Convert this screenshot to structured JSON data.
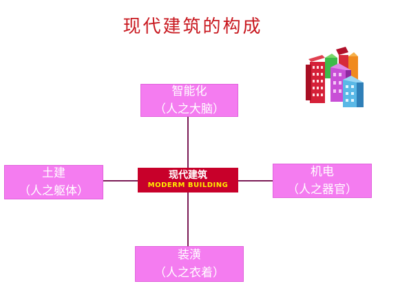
{
  "title": "现代建筑的构成",
  "center": {
    "label": "现代建筑",
    "sublabel": "MODERM BUILDING"
  },
  "nodes": {
    "top": {
      "label": "智能化",
      "sublabel": "（人之大脑）"
    },
    "left": {
      "label": "土建",
      "sublabel": "（人之躯体）"
    },
    "right": {
      "label": "机电",
      "sublabel": "（人之器官）"
    },
    "bottom": {
      "label": "装潢",
      "sublabel": "（人之衣着）"
    }
  },
  "colors": {
    "title": "#c8171e",
    "node_fill": "#f47cf0",
    "center_fill": "#c8002a",
    "center_subtext": "#ffee00",
    "connector": "#7a1a55"
  },
  "icons": [
    "city-buildings-icon"
  ]
}
